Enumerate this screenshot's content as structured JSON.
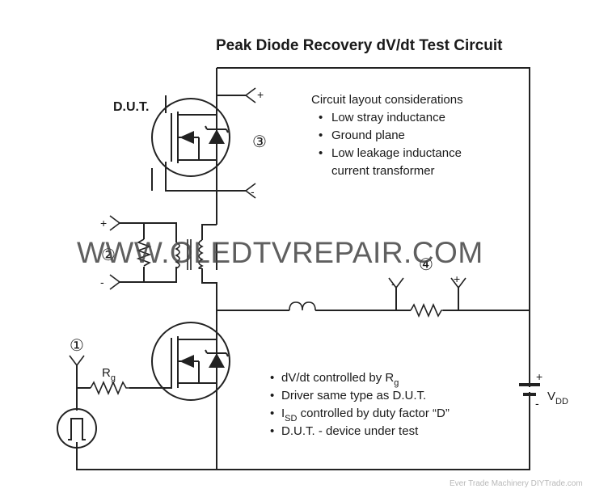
{
  "title": "Peak Diode Recovery dV/dt Test Circuit",
  "dut_label": "D.U.T.",
  "markers": {
    "m1": "①",
    "m2": "②",
    "m3": "③",
    "m4": "④"
  },
  "terminals": {
    "plus": "+",
    "minus": "-",
    "minus_bracket": "-"
  },
  "rg": {
    "base": "R",
    "sub": "g"
  },
  "vdd": {
    "base": "V",
    "sub": "DD",
    "plus": "+",
    "minus": "-"
  },
  "layout_notes": {
    "heading": "Circuit layout considerations",
    "bullet": "•",
    "items": [
      "Low stray inductance",
      "Ground plane",
      "Low leakage inductance",
      "current transformer"
    ]
  },
  "bottom_notes": {
    "bullet": "•",
    "item1_text": "dV/dt controlled by R",
    "item1_sub": "g",
    "item2": "Driver same type as D.U.T.",
    "item3_base": "I",
    "item3_sub": "SD",
    "item3_rest": " controlled by duty factor “D”",
    "item4": "D.U.T. - device under test"
  },
  "watermark": "WWW.OLEDTVREPAIR.COM",
  "credit": "Ever Trade Machinery DIYTrade.com",
  "colors": {
    "line": "#222222",
    "text": "#1a1a1a",
    "watermark": "#444444",
    "credit": "#b8b8b8"
  }
}
